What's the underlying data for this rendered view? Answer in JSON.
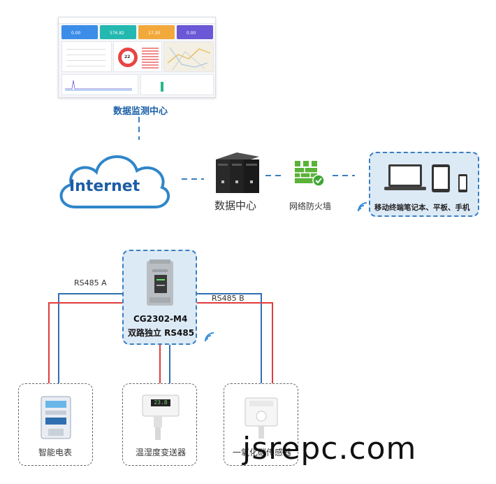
{
  "monitor": {
    "label": "数据监测中心",
    "card_values": [
      "0.00",
      "576.82",
      "17.30",
      "0.00"
    ],
    "ring_value": "22"
  },
  "network": {
    "internet_label": "Internet",
    "datacenter_label": "数据中心",
    "firewall_label": "网络防火墙",
    "mobile_label": "移动终端笔记本、平板、手机"
  },
  "device": {
    "model": "CG2302-M4",
    "description": "双路独立 RS485",
    "line_a": "RS485 A",
    "line_b": "RS485 B"
  },
  "sensors": [
    {
      "label": "智能电表"
    },
    {
      "label": "温湿度变送器"
    },
    {
      "label": "一氧化碳传感器"
    }
  ],
  "th_display": "23.8",
  "watermark": "jsrepc.com",
  "colors": {
    "accent_blue": "#1b5fa8",
    "wire_red": "#e03c3c",
    "wire_blue": "#2f6fb0"
  }
}
